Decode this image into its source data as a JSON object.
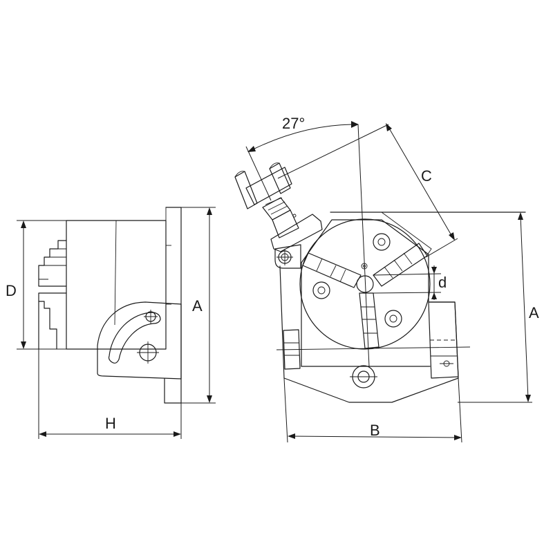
{
  "dimension_labels": {
    "D": "D",
    "H": "H",
    "A_side": "A",
    "A_front": "A",
    "B": "B",
    "C": "C",
    "d": "d",
    "angle": "27°"
  }
}
